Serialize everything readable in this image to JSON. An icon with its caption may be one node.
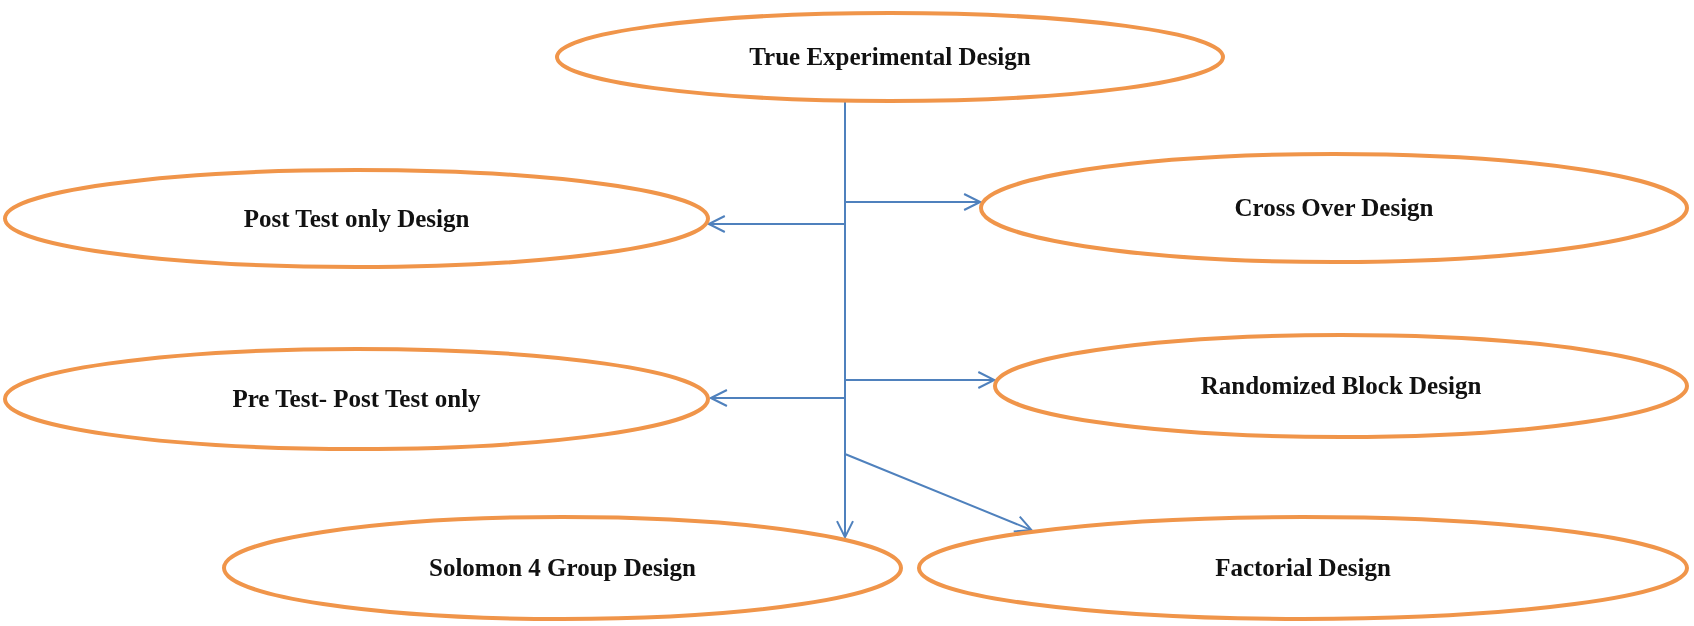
{
  "diagram": {
    "nodes": [
      {
        "text": [
          "True Experimental Design"
        ]
      },
      {
        "text": [
          "Post Test only Design"
        ]
      },
      {
        "text": [
          "Cross Over Design"
        ]
      },
      {
        "text": [
          "Pre Test- Post Test only"
        ]
      },
      {
        "text": [
          "Randomized Block Design"
        ]
      },
      {
        "text": [
          "Solomon 4 Group Design"
        ]
      },
      {
        "text": [
          "Factorial Design"
        ]
      }
    ],
    "edges": [
      {
        "from": 0,
        "to": 1,
        "arrow": "to"
      },
      {
        "from": 0,
        "to": 2,
        "arrow": "to"
      },
      {
        "from": 0,
        "to": 3,
        "arrow": "to"
      },
      {
        "from": 0,
        "to": 4,
        "arrow": "to"
      },
      {
        "from": 0,
        "to": 5,
        "arrow": "to"
      },
      {
        "from": 0,
        "to": 6,
        "arrow": "to"
      }
    ]
  }
}
